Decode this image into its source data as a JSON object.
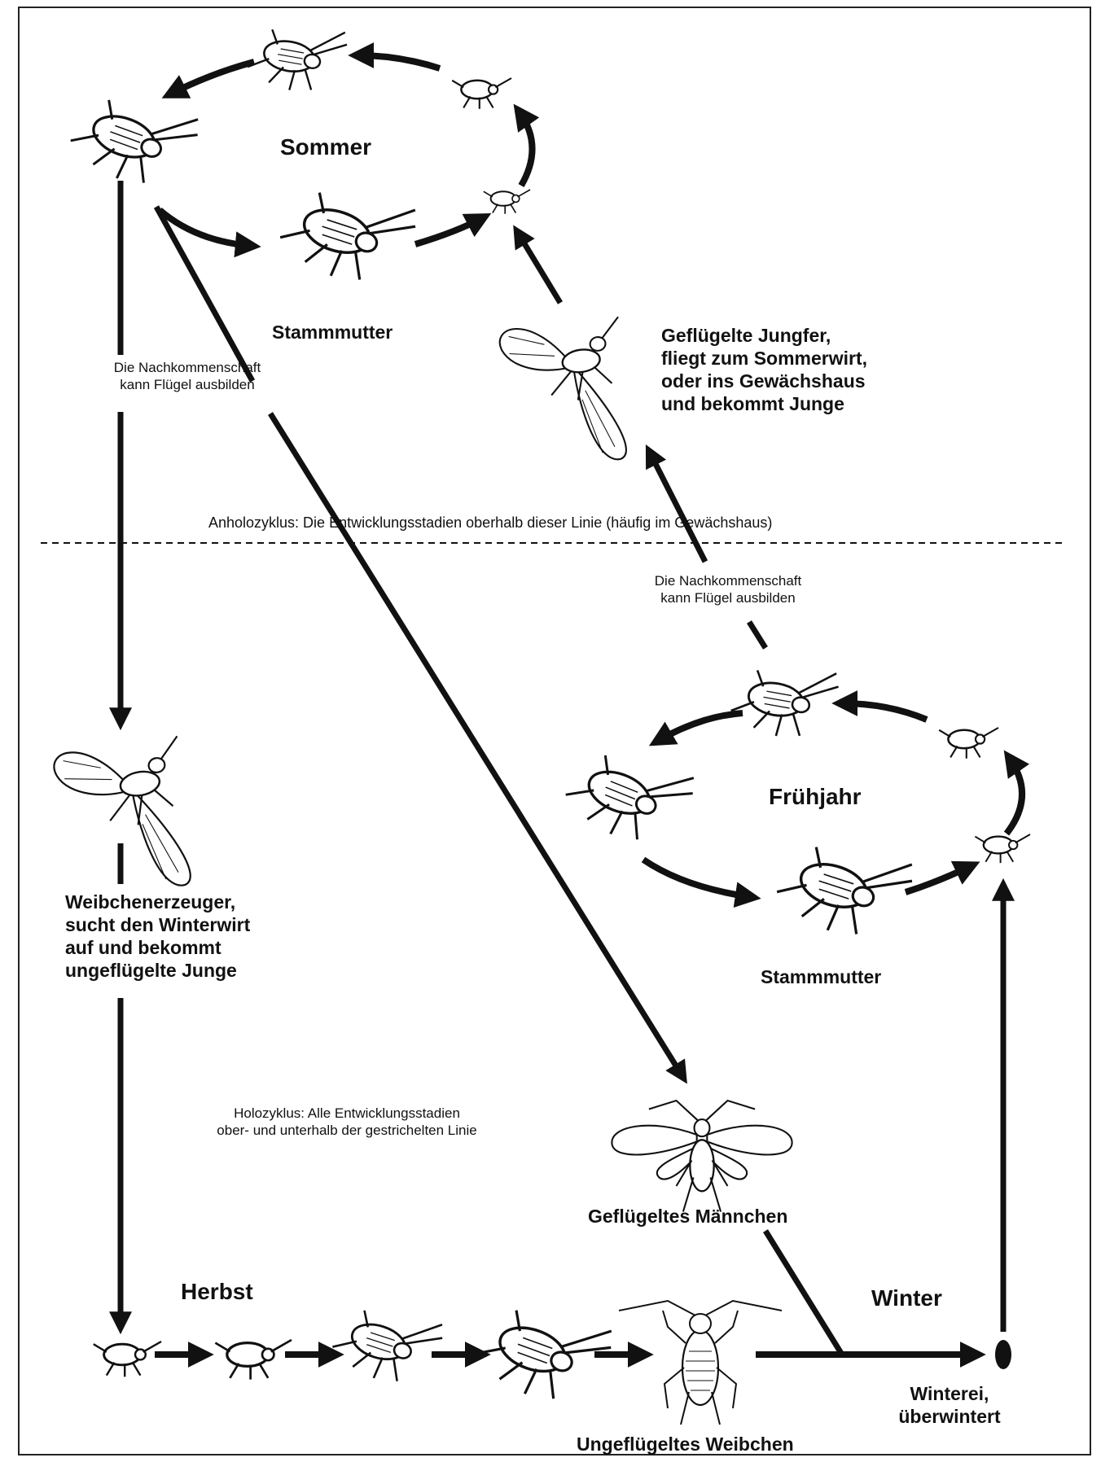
{
  "seasons": {
    "sommer": "Sommer",
    "fruehjahr": "Frühjahr",
    "herbst": "Herbst",
    "winter": "Winter"
  },
  "labels": {
    "stammmutter_top": "Stammmutter",
    "stammmutter_bottom": "Stammmutter",
    "nachkommen_left": [
      "Die Nachkommenschaft",
      "kann Flügel ausbilden"
    ],
    "nachkommen_right": [
      "Die Nachkommenschaft",
      "kann Flügel ausbilden"
    ],
    "jungfer": [
      "Geflügelte Jungfer,",
      "fliegt zum Sommerwirt,",
      "oder ins Gewächshaus",
      "und bekommt Junge"
    ],
    "anholozyklus": "Anholozyklus: Die Entwicklungsstadien oberhalb dieser Linie (häufig im Gewächshaus)",
    "weibchenerzeuger": [
      "Weibchenerzeuger,",
      "sucht den Winterwirt",
      "auf und bekommt",
      "ungeflügelte Junge"
    ],
    "holozyklus": [
      "Holozyklus: Alle Entwicklungsstadien",
      "ober- und unterhalb der gestrichelten Linie"
    ],
    "maennchen": "Geflügeltes Männchen",
    "winterei": [
      "Winterei,",
      "überwintert"
    ],
    "weibchen": "Ungeflügeltes Weibchen"
  },
  "colors": {
    "ink": "#111111",
    "insect_fill": "#ffffff"
  }
}
